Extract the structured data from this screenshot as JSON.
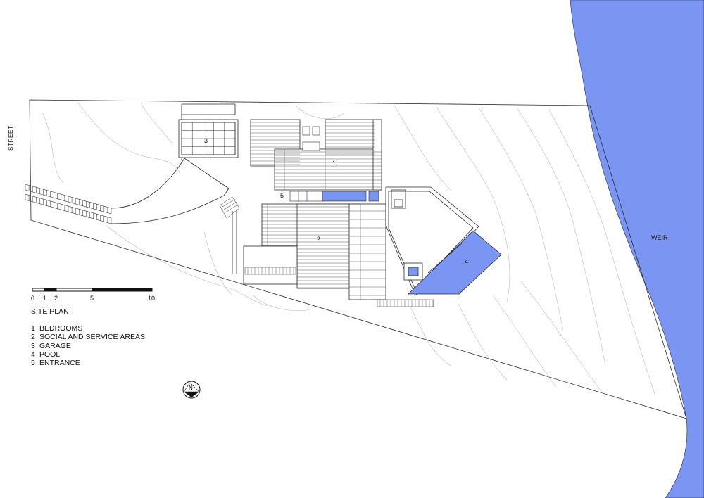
{
  "labels": {
    "street": "STREET",
    "weir": "WEIR",
    "north": "N"
  },
  "plan_numbers": {
    "bedrooms": "1",
    "social": "2",
    "garage": "3",
    "pool": "4",
    "entrance": "5"
  },
  "scale_bar": {
    "ticks": [
      "0",
      "1",
      "2",
      "5",
      "10"
    ]
  },
  "legend": {
    "title": "SITE PLAN",
    "items": [
      {
        "num": "1",
        "label": "BEDROOMS"
      },
      {
        "num": "2",
        "label": "SOCIAL AND SERVICE ÁREAS"
      },
      {
        "num": "3",
        "label": "GARAGE"
      },
      {
        "num": "4",
        "label": "POOL"
      },
      {
        "num": "5",
        "label": "ENTRANCE"
      }
    ]
  },
  "colors": {
    "water": "#7b96f2",
    "line": "#2a2a2a",
    "contour": "#b8b8b8"
  }
}
